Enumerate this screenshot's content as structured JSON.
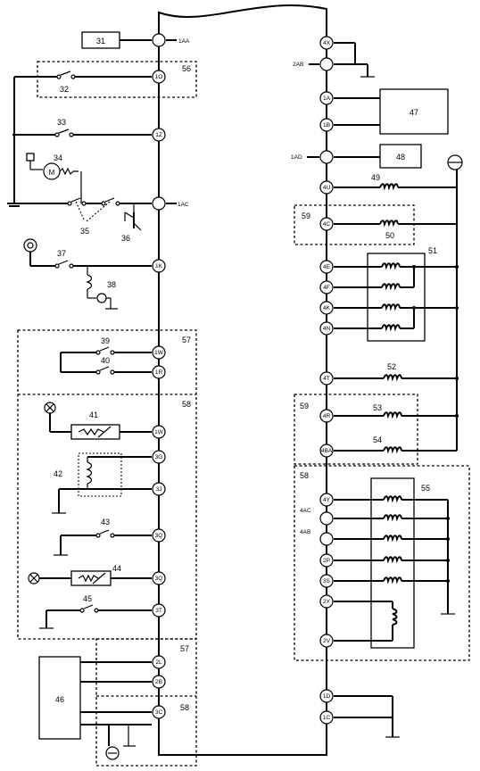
{
  "left_connector_pins": [
    "1AA",
    "1O",
    "1Z",
    "1AC",
    "1K",
    "1W",
    "1R",
    "1W",
    "3G",
    "3J",
    "3Q",
    "3Q",
    "3T",
    "2L",
    "2B",
    "3C"
  ],
  "right_connector_pins": [
    "4X",
    "2AB",
    "1A",
    "1B",
    "1AD",
    "4U",
    "4C",
    "4E",
    "4F",
    "4K",
    "4N",
    "4T",
    "4R",
    "4BA",
    "4Y",
    "4AC",
    "4AB",
    "2P",
    "3S",
    "2Y",
    "2V",
    "1D",
    "1C"
  ],
  "connector_labels": {
    "c1AA": "1AA",
    "c2AB": "2AB",
    "c1AD": "1AD",
    "c1AC": "1AC",
    "c4AC": "4AC",
    "c4AB": "4AB"
  },
  "components_left": [
    "31",
    "32",
    "33",
    "34",
    "35",
    "36",
    "37",
    "38",
    "39",
    "40",
    "41",
    "42",
    "43",
    "44",
    "45",
    "46"
  ],
  "components_right": [
    "47",
    "48",
    "49",
    "50",
    "51",
    "52",
    "53",
    "54",
    "55"
  ],
  "region_labels": [
    "56",
    "57",
    "58",
    "57",
    "58",
    "59",
    "59",
    "58"
  ],
  "symbols": {
    "motor_letter": "M",
    "ground_icon": "ground-icon"
  }
}
